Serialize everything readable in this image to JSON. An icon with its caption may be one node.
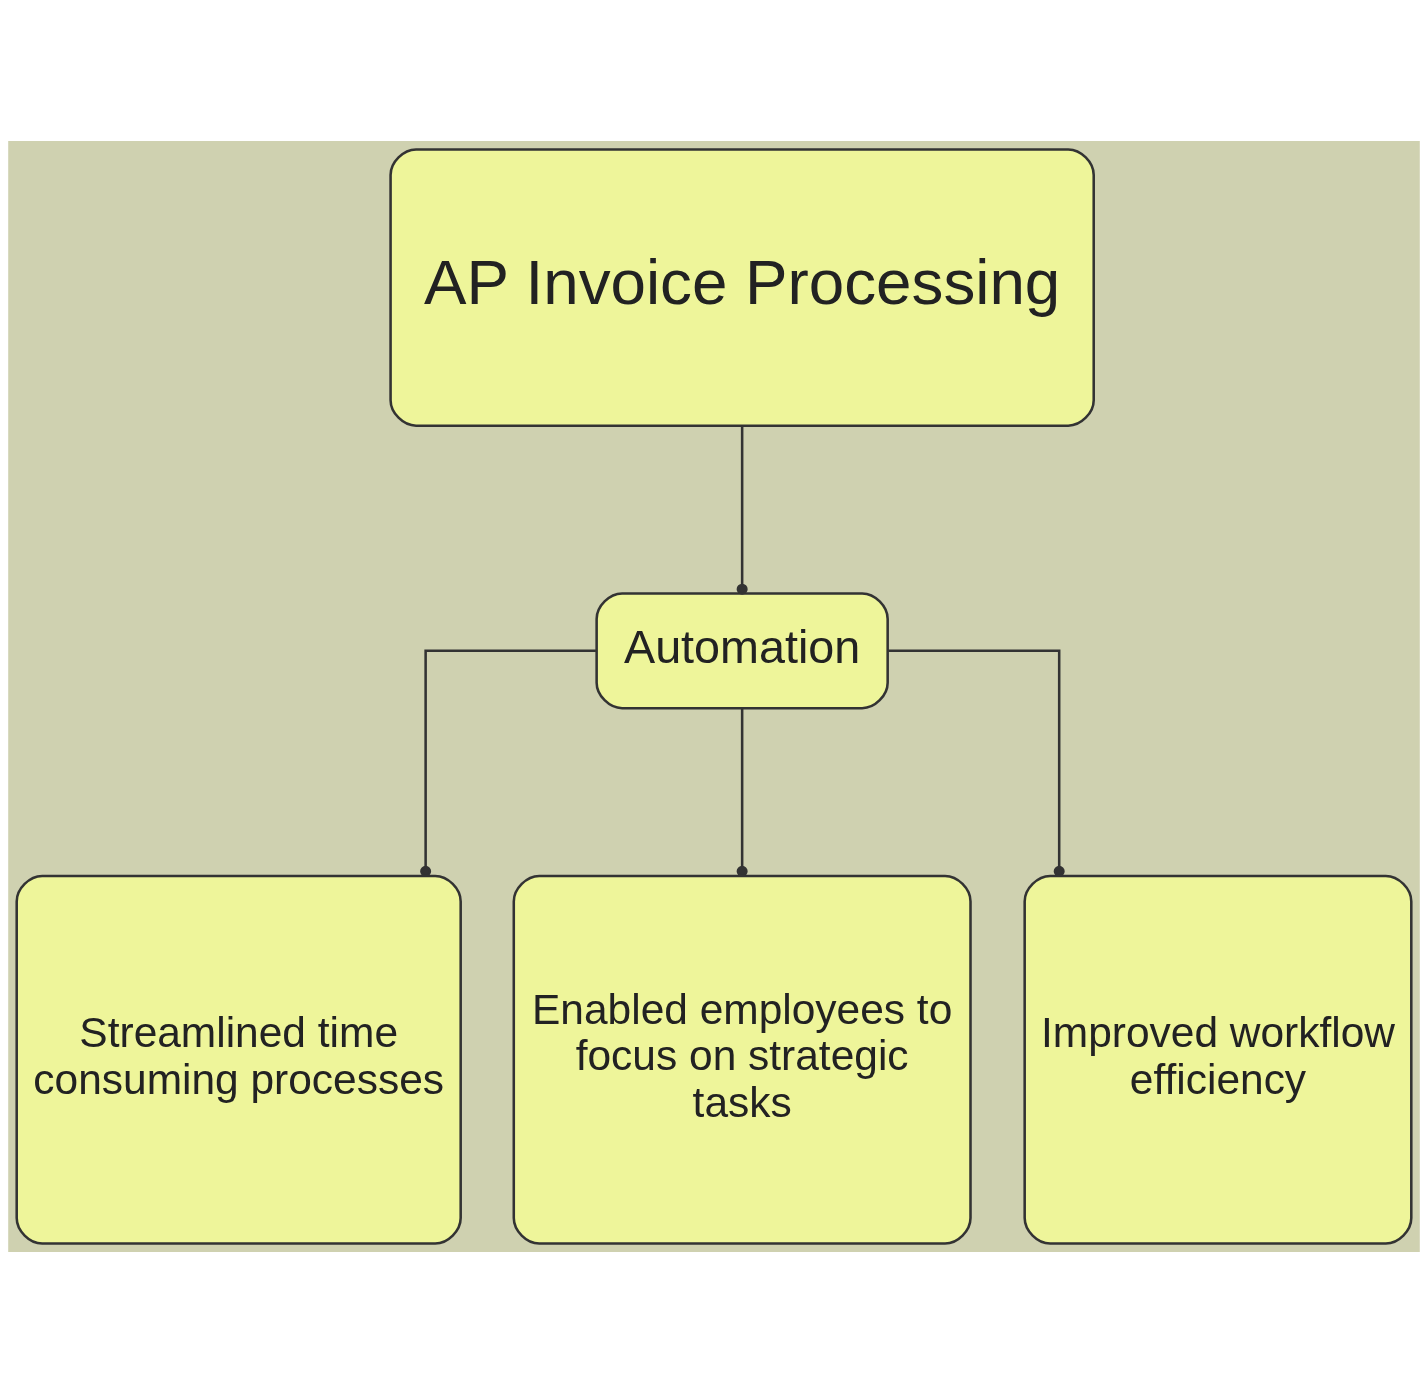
{
  "diagram": {
    "nodes": [
      {
        "text": [
          "AP Invoice Processing"
        ]
      },
      {
        "text": [
          "Automation"
        ]
      },
      {
        "text": [
          "Streamlined time consuming processes"
        ]
      },
      {
        "text": [
          "Enabled employees to focus on strategic tasks"
        ]
      },
      {
        "text": [
          "Improved workflow efficiency"
        ]
      }
    ],
    "edges": [
      {
        "from": 0,
        "to": 1,
        "arrow": "other"
      },
      {
        "from": 1,
        "to": 2,
        "arrow": "other"
      },
      {
        "from": 1,
        "to": 3,
        "arrow": "other"
      },
      {
        "from": 1,
        "to": 4,
        "arrow": "other"
      }
    ]
  }
}
